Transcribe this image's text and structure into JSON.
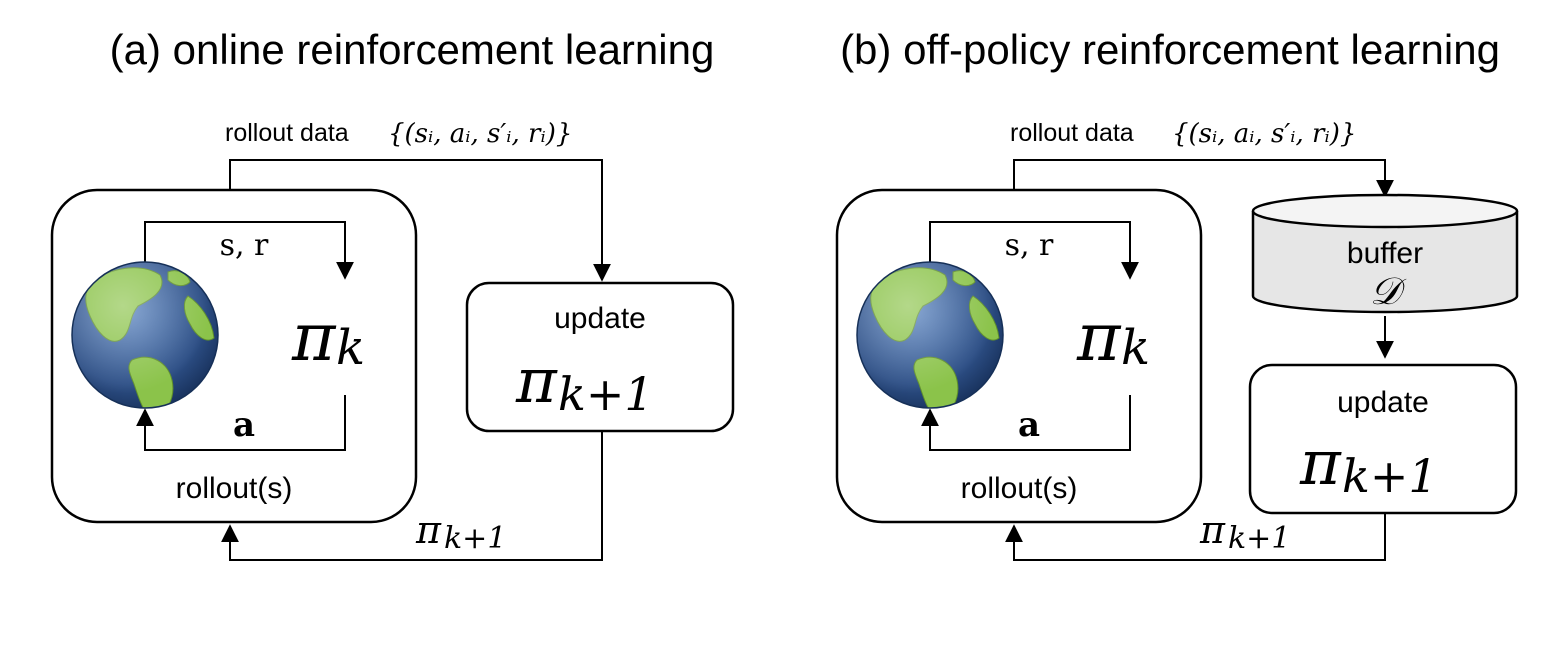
{
  "panel_a": {
    "title": "(a) online reinforcement learning",
    "rollout_data_label": "rollout data",
    "rollout_data_set": "{(sᵢ, aᵢ, s′ᵢ, rᵢ)}",
    "state_reward_label": "s, r",
    "policy_pi": "π",
    "policy_sub": "k",
    "action_label": "a",
    "rollouts_label": "rollout(s)",
    "update_label": "update",
    "update_pi": "π",
    "update_sub": "k+1",
    "feedback_pi": "π",
    "feedback_sub": "k+1"
  },
  "panel_b": {
    "title": "(b) off-policy reinforcement learning",
    "rollout_data_label": "rollout data",
    "rollout_data_set": "{(sᵢ, aᵢ, s′ᵢ, rᵢ)}",
    "state_reward_label": "s, r",
    "policy_pi": "π",
    "policy_sub": "k",
    "action_label": "a",
    "rollouts_label": "rollout(s)",
    "buffer_label": "buffer",
    "buffer_symbol": "𝒟",
    "update_label": "update",
    "update_pi": "π",
    "update_sub": "k+1",
    "feedback_pi": "π",
    "feedback_sub": "k+1"
  },
  "colors": {
    "globe_ocean": "#2d4f86",
    "globe_land": "#8bc34a",
    "buffer_fill": "#e6e6e6"
  },
  "icons": [
    "earth-globe-icon"
  ]
}
